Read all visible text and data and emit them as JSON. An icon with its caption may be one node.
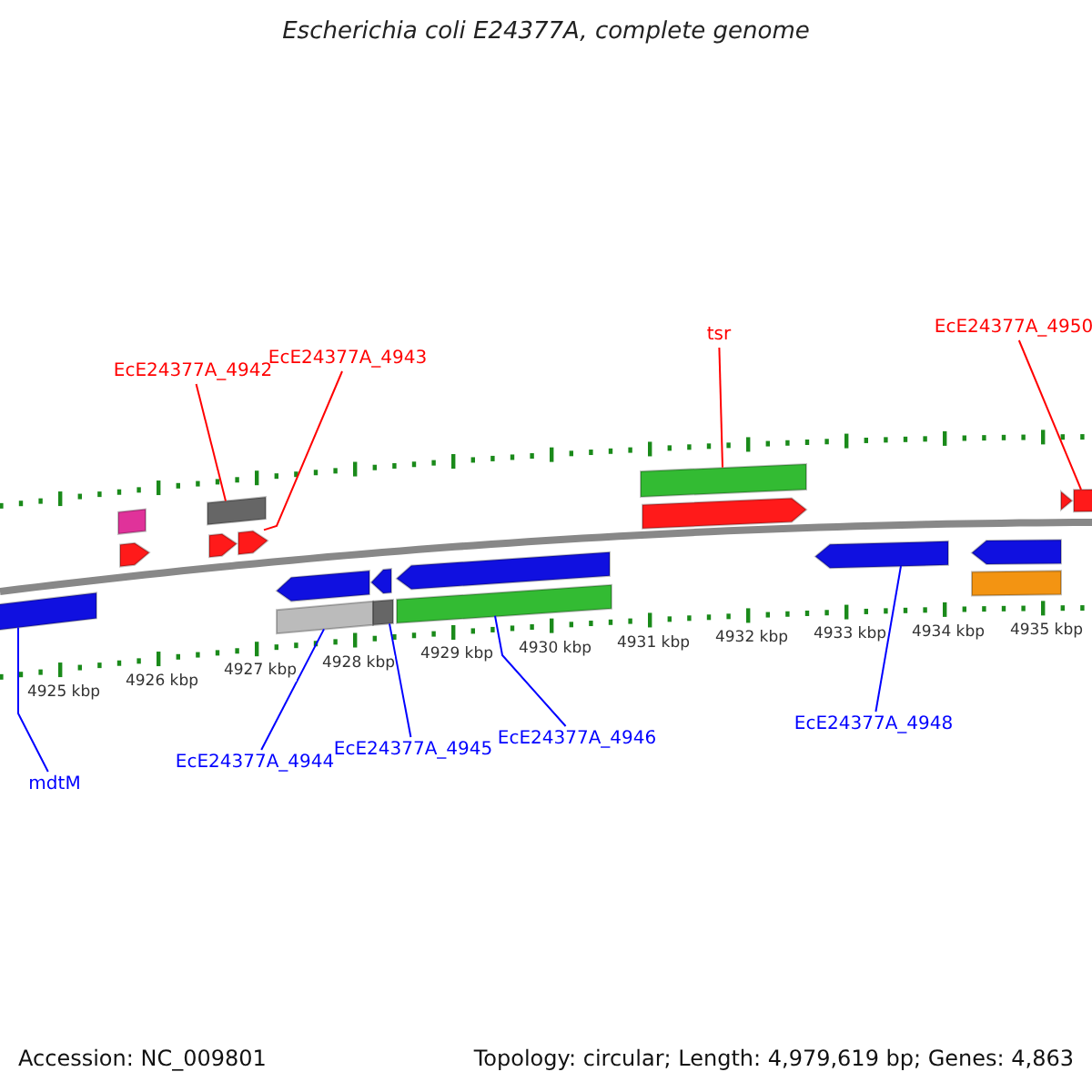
{
  "diagram": {
    "title": "Escherichia coli E24377A, complete genome",
    "nodes": [
      {
        "text": [
          "EcE24377A_4942"
        ]
      },
      {
        "text": [
          "EcE24377A_4943"
        ]
      },
      {
        "text": [
          "tsr"
        ]
      },
      {
        "text": [
          "EcE24377A_4950"
        ]
      },
      {
        "text": [
          "mdtM"
        ]
      },
      {
        "text": [
          "EcE24377A_4944"
        ]
      },
      {
        "text": [
          "EcE24377A_4945"
        ]
      },
      {
        "text": [
          "EcE24377A_4946"
        ]
      },
      {
        "text": [
          "EcE24377A_4948"
        ]
      },
      {
        "text": [],
        "shape": "bar"
      },
      {
        "text": [],
        "shape": "bar"
      },
      {
        "text": [],
        "shape": "arrow"
      },
      {
        "text": [],
        "shape": "bar"
      },
      {
        "text": [],
        "shape": "arrow"
      },
      {
        "text": [],
        "shape": "arrow"
      },
      {
        "text": [],
        "shape": "arrow"
      },
      {
        "text": [],
        "shape": "bar"
      },
      {
        "text": [],
        "shape": "arrow"
      },
      {
        "text": [],
        "shape": "bar"
      },
      {
        "text": [],
        "shape": "arrow"
      },
      {
        "text": [],
        "shape": "bar"
      },
      {
        "text": [],
        "shape": "bar"
      },
      {
        "text": [],
        "shape": "arrow"
      },
      {
        "text": [],
        "shape": "arrow"
      },
      {
        "text": [],
        "shape": "arrow"
      },
      {
        "text": [],
        "shape": "bar"
      },
      {
        "text": [],
        "shape": "arrow"
      },
      {
        "text": [],
        "shape": "bar"
      }
    ],
    "edges": [
      {
        "from": 0,
        "to": 12,
        "arrow": "none",
        "color": "#ff0000"
      },
      {
        "from": 1,
        "to": 14,
        "arrow": "none",
        "color": "#ff0000"
      },
      {
        "from": 2,
        "to": 21,
        "arrow": "none",
        "color": "#ff0000"
      },
      {
        "from": 3,
        "to": 27,
        "arrow": "none",
        "color": "#ff0000"
      },
      {
        "from": 4,
        "to": 9,
        "arrow": "none"
      },
      {
        "from": 5,
        "to": 16,
        "arrow": "none"
      },
      {
        "from": 6,
        "to": 18,
        "arrow": "none"
      },
      {
        "from": 7,
        "to": 20,
        "arrow": "none"
      },
      {
        "from": 8,
        "to": 23,
        "arrow": "none"
      }
    ],
    "labels": [
      "4925 kbp",
      "4926 kbp",
      "4927 kbp",
      "4928 kbp",
      "4929 kbp",
      "4930 kbp",
      "4931 kbp",
      "4932 kbp",
      "4933 kbp",
      "4934 kbp",
      "4935 kbp",
      "Accession: NC_009801",
      "Topology: circular; Length: 4,979,619 bp; Genes: 4,863"
    ]
  }
}
